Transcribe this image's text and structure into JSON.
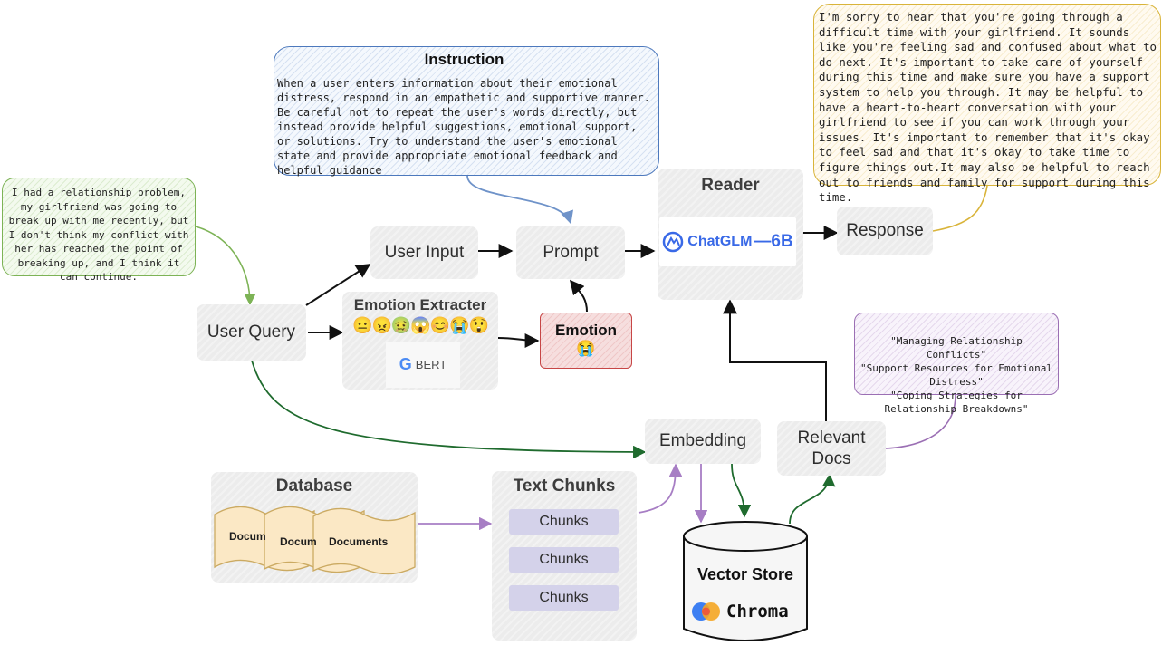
{
  "instruction": {
    "title": "Instruction",
    "text": "When a user enters information about their emotional distress, respond in an empathetic and supportive manner. Be careful not to repeat the user's words directly, but instead provide helpful suggestions, emotional support, or solutions. Try to understand the user's emotional state and provide appropriate emotional feedback and helpful guidance"
  },
  "user_query_note": "I had a relationship problem, my girlfriend was going to break up with me recently, but I don't think my conflict with her has reached the point of breaking up, and I think it can continue.",
  "response_note": "I'm sorry to hear that you're going through a difficult time with your girlfriend. It sounds like you're feeling sad and confused about what to do next. It's important to take care of yourself during this time and make sure you have a support system to help you through. It may be helpful to have a heart-to-heart conversation with your girlfriend to see if you can work through your issues. It's important to remember that it's okay to feel sad and that it's okay to take time to figure things out.It may also be helpful to reach out to friends and family for support during this time.",
  "docs_note": "\"Managing Relationship Conflicts\"\n\"Support Resources for Emotional Distress\"\n\"Coping Strategies for Relationship Breakdowns\"",
  "nodes": {
    "user_query": "User Query",
    "user_input": "User Input",
    "prompt": "Prompt",
    "response": "Response",
    "embedding": "Embedding",
    "relevant_docs": "Relevant\nDocs"
  },
  "reader": {
    "title": "Reader",
    "logo_text": "ChatGLM",
    "logo_suffix": "—6B"
  },
  "emotion_extracter": {
    "title": "Emotion Extracter",
    "emojis": "😐😠🤢😱😊😭😲",
    "bert_label": "BERT",
    "google_g": "G"
  },
  "emotion": {
    "title": "Emotion",
    "emoji": "😭"
  },
  "database": {
    "title": "Database",
    "docs": [
      "Docum",
      "Docum",
      "Documents"
    ]
  },
  "text_chunks": {
    "title": "Text Chunks",
    "chunks": [
      "Chunks",
      "Chunks",
      "Chunks"
    ]
  },
  "vector_store": {
    "title": "Vector Store",
    "logo_text": "Chroma"
  },
  "colors": {
    "blue": "#4d79bd",
    "green_arrow": "#1f6b2e",
    "purple": "#a77ec4",
    "yellow": "#d9b43a",
    "red": "#c74646",
    "chatglm_blue": "#2f62e6"
  }
}
